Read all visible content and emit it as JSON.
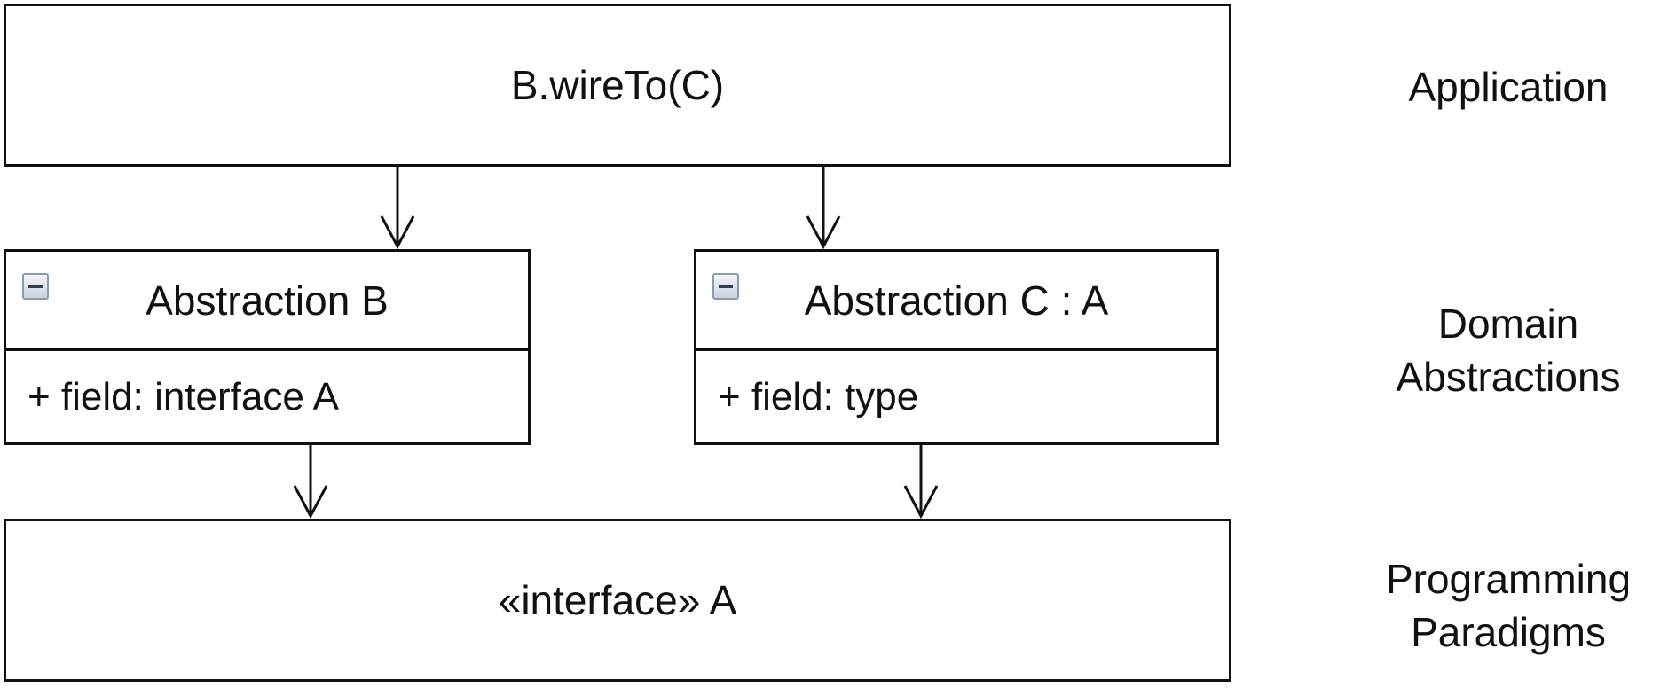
{
  "application_box": {
    "text": "B.wireTo(C)"
  },
  "class_b": {
    "title": "Abstraction B",
    "field": "+ field: interface A"
  },
  "class_c": {
    "title": "Abstraction C : A",
    "field": "+ field: type"
  },
  "interface_box": {
    "text": "«interface» A"
  },
  "layers": {
    "application": "Application",
    "domain_line1": "Domain",
    "domain_line2": "Abstractions",
    "paradigms_line1": "Programming",
    "paradigms_line2": "Paradigms"
  },
  "icons": {
    "collapse": "collapse-minus-icon"
  }
}
